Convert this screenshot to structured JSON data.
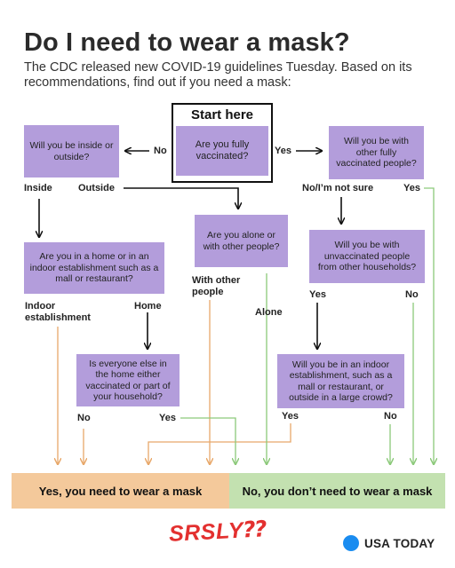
{
  "header": {
    "title": "Do I need to wear a mask?",
    "subtitle": "The CDC released new COVID-19 guidelines Tuesday. Based on its recommendations, find out if you need a mask:"
  },
  "start": {
    "title": "Start here",
    "question": "Are you fully vaccinated?"
  },
  "questions": {
    "inside_outside": "Will you be inside or outside?",
    "indoor_type": "Are you in a home or in an indoor establishment such as a mall or restaurant?",
    "household": "Is everyone else in the home either vaccinated or part of your household?",
    "alone": "Are you alone or with other people?",
    "with_vaccinated": "Will you be with other fully vaccinated people?",
    "unvaccinated_households": "Will you be with unvaccinated people from other households?",
    "crowd": "Will you be in an indoor establishment, such as a mall or restaurant, or outside in a large crowd?"
  },
  "labels": {
    "no_to_inside": "No",
    "yes_to_vaccinated": "Yes",
    "inside": "Inside",
    "outside": "Outside",
    "indoor_establishment": "Indoor establishment",
    "home": "Home",
    "household_no": "No",
    "household_yes": "Yes",
    "with_other_people": "With other people",
    "alone": "Alone",
    "no_not_sure": "No/I’m not sure",
    "vaccinated_yes": "Yes",
    "unvax_yes": "Yes",
    "unvax_no": "No",
    "crowd_yes": "Yes",
    "crowd_no": "No"
  },
  "results": {
    "yes": "Yes, you need to wear a mask",
    "no": "No, you don’t need to wear a mask"
  },
  "annotation": "SRSLY⁇",
  "brand": "USA TODAY",
  "colors": {
    "question_box": "#b39ddb",
    "yes_mask": "#f4c99b",
    "no_mask": "#c3e1b0",
    "orange_line": "#e8a86a",
    "green_line": "#8cc97a",
    "brand_dot": "#1a8cf0",
    "annotation": "#e3302f"
  }
}
